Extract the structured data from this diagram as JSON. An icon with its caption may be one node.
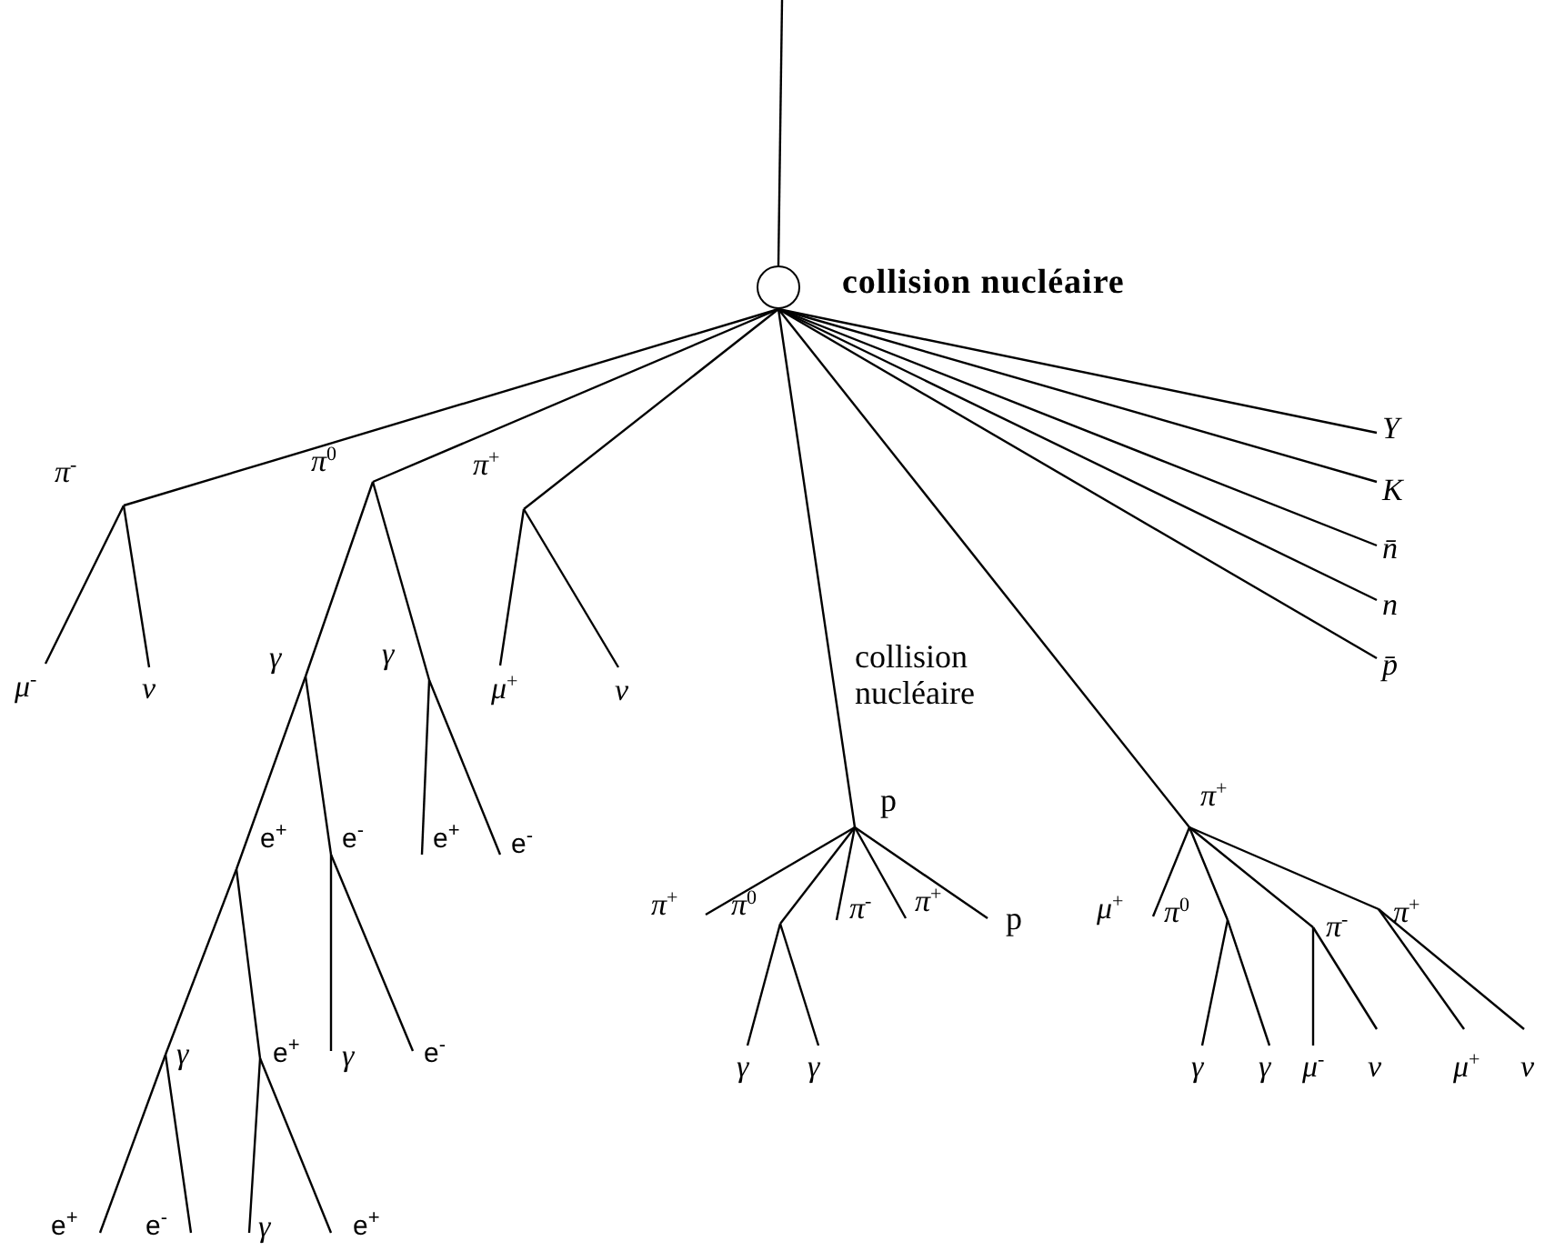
{
  "diagram": {
    "nodes": [
      {
        "text": [],
        "shape": "circle",
        "beside": [
          "collision nucléaire"
        ]
      },
      {
        "text": [
          "π$^{-}$"
        ]
      },
      {
        "text": [
          "π$^{0}$"
        ]
      },
      {
        "text": [
          "π$^{+}$"
        ]
      },
      {
        "text": [
          "p"
        ],
        "beside": [
          "collision nucléaire"
        ]
      },
      {
        "text": [
          "π$^{+}$"
        ]
      },
      {
        "text": [
          "Y"
        ]
      },
      {
        "text": [
          "K"
        ]
      },
      {
        "text": [
          "n̄"
        ]
      },
      {
        "text": [
          "n"
        ]
      },
      {
        "text": [
          "p̄"
        ]
      },
      {
        "text": [
          "μ$^{-}$"
        ]
      },
      {
        "text": [
          "ν"
        ]
      },
      {
        "text": [
          "γ"
        ]
      },
      {
        "text": [
          "γ"
        ]
      },
      {
        "text": [
          "μ$^{+}$"
        ]
      },
      {
        "text": [
          "ν"
        ]
      },
      {
        "text": [
          "e$^{+}$"
        ]
      },
      {
        "text": [
          "e$^{-}$"
        ]
      },
      {
        "text": [
          "e$^{+}$"
        ]
      },
      {
        "text": [
          "e$^{-}$"
        ]
      },
      {
        "text": [
          "π$^{+}$"
        ]
      },
      {
        "text": [
          "π$^{0}$"
        ]
      },
      {
        "text": [
          "π$^{-}$"
        ]
      },
      {
        "text": [
          "π$^{+}$"
        ]
      },
      {
        "text": [
          "p"
        ]
      },
      {
        "text": [
          "μ$^{+}$"
        ]
      },
      {
        "text": [
          "π$^{0}$"
        ]
      },
      {
        "text": [
          "π$^{-}$"
        ]
      },
      {
        "text": [
          "π$^{+}$"
        ]
      },
      {
        "text": [
          "γ"
        ]
      },
      {
        "text": [
          "e$^{+}$"
        ]
      },
      {
        "text": [
          "γ"
        ]
      },
      {
        "text": [
          "e$^{-}$"
        ]
      },
      {
        "text": [
          "γ"
        ]
      },
      {
        "text": [
          "γ"
        ]
      },
      {
        "text": [
          "γ"
        ]
      },
      {
        "text": [
          "γ"
        ]
      },
      {
        "text": [
          "μ$^{-}$"
        ]
      },
      {
        "text": [
          "ν"
        ]
      },
      {
        "text": [
          "μ$^{+}$"
        ]
      },
      {
        "text": [
          "ν"
        ]
      },
      {
        "text": [
          "e$^{+}$"
        ]
      },
      {
        "text": [
          "e$^{-}$"
        ]
      },
      {
        "text": [
          "γ"
        ]
      },
      {
        "text": [
          "e$^{+}$"
        ]
      }
    ],
    "edges": [
      {
        "from": null,
        "to": 0,
        "arrow": "none"
      },
      {
        "from": 0,
        "to": 1,
        "arrow": "none"
      },
      {
        "from": 0,
        "to": 2,
        "arrow": "none"
      },
      {
        "from": 0,
        "to": 3,
        "arrow": "none"
      },
      {
        "from": 0,
        "to": 4,
        "arrow": "none"
      },
      {
        "from": 0,
        "to": 5,
        "arrow": "none"
      },
      {
        "from": 0,
        "to": 6,
        "arrow": "none"
      },
      {
        "from": 0,
        "to": 7,
        "arrow": "none"
      },
      {
        "from": 0,
        "to": 8,
        "arrow": "none"
      },
      {
        "from": 0,
        "to": 9,
        "arrow": "none"
      },
      {
        "from": 0,
        "to": 10,
        "arrow": "none"
      },
      {
        "from": 1,
        "to": 11,
        "arrow": "none"
      },
      {
        "from": 1,
        "to": 12,
        "arrow": "none"
      },
      {
        "from": 2,
        "to": 13,
        "arrow": "none"
      },
      {
        "from": 2,
        "to": 14,
        "arrow": "none"
      },
      {
        "from": 3,
        "to": 15,
        "arrow": "none"
      },
      {
        "from": 3,
        "to": 16,
        "arrow": "none"
      },
      {
        "from": 13,
        "to": 17,
        "arrow": "none"
      },
      {
        "from": 13,
        "to": 18,
        "arrow": "none"
      },
      {
        "from": 14,
        "to": 19,
        "arrow": "none"
      },
      {
        "from": 14,
        "to": 20,
        "arrow": "none"
      },
      {
        "from": 4,
        "to": 21,
        "arrow": "none"
      },
      {
        "from": 4,
        "to": 22,
        "arrow": "none"
      },
      {
        "from": 4,
        "to": 23,
        "arrow": "none"
      },
      {
        "from": 4,
        "to": 24,
        "arrow": "none"
      },
      {
        "from": 4,
        "to": 25,
        "arrow": "none"
      },
      {
        "from": 5,
        "to": 26,
        "arrow": "none"
      },
      {
        "from": 5,
        "to": 27,
        "arrow": "none"
      },
      {
        "from": 5,
        "to": 28,
        "arrow": "none"
      },
      {
        "from": 5,
        "to": 29,
        "arrow": "none"
      },
      {
        "from": 17,
        "to": 30,
        "arrow": "none"
      },
      {
        "from": 17,
        "to": 31,
        "arrow": "none"
      },
      {
        "from": 18,
        "to": 32,
        "arrow": "none"
      },
      {
        "from": 18,
        "to": 33,
        "arrow": "none"
      },
      {
        "from": 22,
        "to": 34,
        "arrow": "none"
      },
      {
        "from": 22,
        "to": 35,
        "arrow": "none"
      },
      {
        "from": 27,
        "to": 36,
        "arrow": "none"
      },
      {
        "from": 27,
        "to": 37,
        "arrow": "none"
      },
      {
        "from": 28,
        "to": 38,
        "arrow": "none"
      },
      {
        "from": 28,
        "to": 39,
        "arrow": "none"
      },
      {
        "from": 29,
        "to": 40,
        "arrow": "none"
      },
      {
        "from": 29,
        "to": 41,
        "arrow": "none"
      },
      {
        "from": 30,
        "to": 42,
        "arrow": "none"
      },
      {
        "from": 30,
        "to": 43,
        "arrow": "none"
      },
      {
        "from": 31,
        "to": 44,
        "arrow": "none"
      },
      {
        "from": 31,
        "to": 45,
        "arrow": "none"
      }
    ]
  }
}
